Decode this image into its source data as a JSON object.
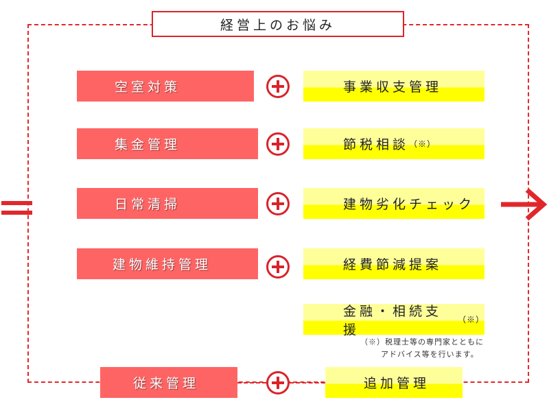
{
  "title": "経営上のお悩み",
  "left_items": [
    "空室対策",
    "集金管理",
    "日常清掃",
    "建物維持管理"
  ],
  "right_items": [
    {
      "text": "事業収支管理",
      "suffix": ""
    },
    {
      "text": "節税相談",
      "suffix": "（※）"
    },
    {
      "text": "建物劣化チェック",
      "suffix": ""
    },
    {
      "text": "経費節減提案",
      "suffix": ""
    },
    {
      "text": "金融・相続支援",
      "suffix": "（※）"
    }
  ],
  "note": {
    "line1": "（※）税理士等の専門家とともに",
    "line2": "アドバイス等を行います。"
  },
  "bottom": {
    "left": "従来管理",
    "right": "追加管理"
  },
  "colors": {
    "accent_red": "#e0282c",
    "box_red": "#ff6464",
    "box_yellow_light": "#ffff99",
    "box_yellow": "#ffff00"
  }
}
